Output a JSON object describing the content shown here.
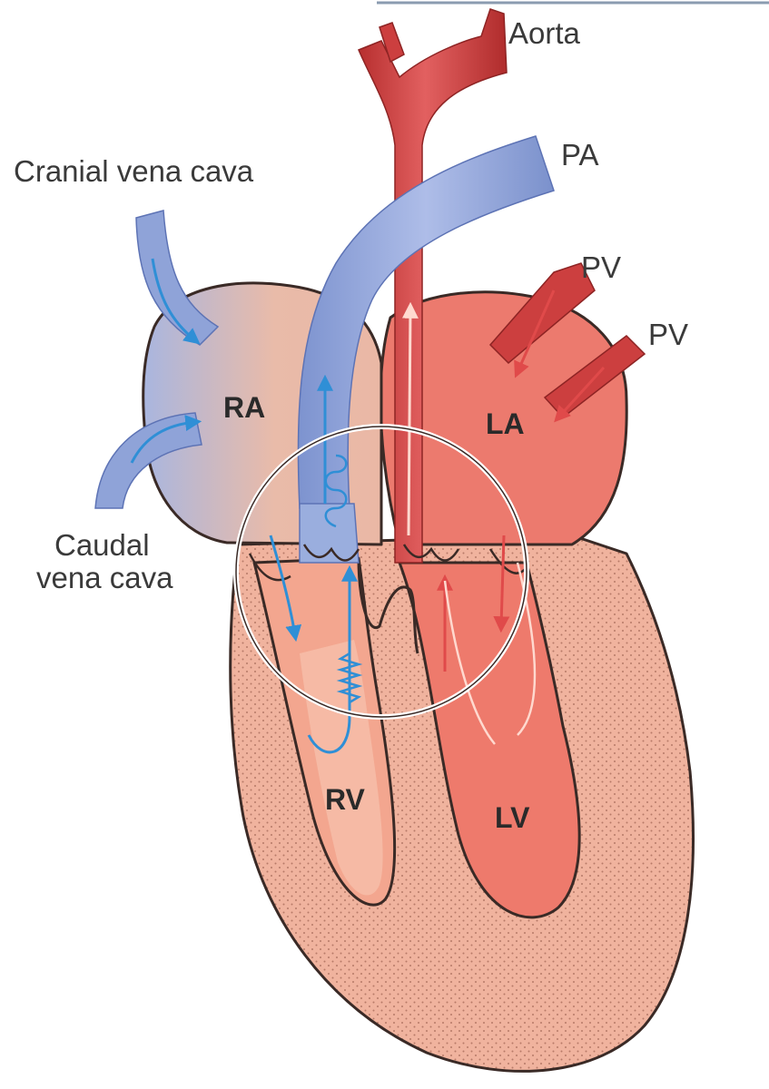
{
  "labels": {
    "aorta": "Aorta",
    "pa": "PA",
    "pv_upper": "PV",
    "pv_lower": "PV",
    "cranial_vc": "Cranial vena cava",
    "caudal_vc_line1": "Caudal",
    "caudal_vc_line2": "vena cava",
    "ra": "RA",
    "la": "LA",
    "rv": "RV",
    "lv": "LV"
  },
  "colors": {
    "venous_blue": "#8fa3d8",
    "venous_blue_dark": "#6f86c8",
    "arterial_red": "#cc3f3f",
    "arterial_red_dark": "#b02e2e",
    "la_fill": "#ec7a6e",
    "ra_fill": "#e9b8a8",
    "myocardium": "#f0b09a",
    "rv_fill": "#f4a892",
    "lv_fill": "#ee7a6c",
    "flow_arrow_blue": "#2f8fd6",
    "flow_arrow_red": "#e04a4a",
    "outline": "#3a2a26"
  },
  "icons": {
    "highlight": "magnifier-circle-icon",
    "flow": "flow-arrow-icon"
  }
}
